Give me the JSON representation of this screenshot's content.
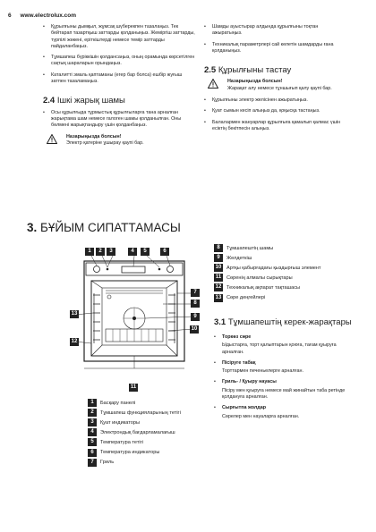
{
  "header": {
    "page_number": "6",
    "site": "www.electrolux.com"
  },
  "col1_bullets": [
    "Құрылғыны дымқыл, жұмсақ шүберекпен тазалаңыз. Тек бейтарап тазартқыш заттарды қолданыңыз. Жеміргіш заттарды, түрпілі жөкені, еріткіштерді немесе темір заттарды пайдаланбаңыз.",
    "Тұмшапеш бүріккішін қолдансаңыз, оның орамында көрсетілген сақтық шараларын орындаңыз.",
    "Каталитті эмаль қаптаманы (егер бар болса) ешбір жуғыш затпен тазаламаңыз."
  ],
  "s24": {
    "num": "2.4",
    "title": "Ішкі жарық шамы",
    "bullets": [
      "Осы құрылғыда тұрмыстық құрылғыларға тана арналған жарықтама шам немесе галоген шамы қолданылған. Оны бөлмені жарықтандыру үшін қолданбаңыз."
    ],
    "warn_title": "Назарыңызда болсын!",
    "warn_text": "Электр қатеріне ұшырау қаупі бар."
  },
  "col2_bullets": [
    "Шамды ауыстырар алдында құрылғыны тоқтан ажыратыңыз.",
    "Техникалық параметрлері сай келетін шамдарды ғана қолданыңыз."
  ],
  "s25": {
    "num": "2.5",
    "title": "Құрылғыны тастау",
    "warn_title": "Назарыңызда болсын!",
    "warn_text": "Жарақат алу немесе тұншығып қалу қаупі бар.",
    "bullets": [
      "Құрылғыны электр желісінен ажыратыңыз.",
      "Қуат сымын кесіп алыңыз да, қоқысқа тастаңыз.",
      "Балалармен жануарлар құрылғыға қамалып қалмас үшін есіктің бекітпесін алыңыз."
    ]
  },
  "s3": {
    "num": "3.",
    "title": "БҰЙЫМ СИПАТТАМАСЫ"
  },
  "diagram_labels": {
    "top": [
      "1",
      "2",
      "3",
      "4",
      "5",
      "6"
    ],
    "right": [
      "7",
      "8",
      "9",
      "10"
    ],
    "left": [
      "13",
      "12"
    ],
    "bottom": "11"
  },
  "legend_left": [
    {
      "num": "1",
      "text": "Басқару панелі"
    },
    {
      "num": "2",
      "text": "Тұмшапеш функцияларының тетігі"
    },
    {
      "num": "3",
      "text": "Қуат индикаторы"
    },
    {
      "num": "4",
      "text": "Электрондық бағдарламалағыш"
    },
    {
      "num": "5",
      "text": "Температура тетігі"
    },
    {
      "num": "6",
      "text": "Температура индикаторы"
    },
    {
      "num": "7",
      "text": "Гриль"
    }
  ],
  "legend_right": [
    {
      "num": "8",
      "text": "Тұмшапештің шамы"
    },
    {
      "num": "9",
      "text": "Желдеткіш"
    },
    {
      "num": "10",
      "text": "Артқы қабырғадағы қыздырғыш элемент"
    },
    {
      "num": "11",
      "text": "Сөренің алмалы сырықтары"
    },
    {
      "num": "12",
      "text": "Техникалық ақпарат тақташасы"
    },
    {
      "num": "13",
      "text": "Сөре деңгейлері"
    }
  ],
  "s31": {
    "num": "3.1",
    "title": "Тұмшапештің керек-жарақтары",
    "items": [
      {
        "title": "Торкөз сөре",
        "desc": "Ыдыстарға, торт қалыптарын қоюға, тағам қуыруға арналған."
      },
      {
        "title": "Пісіруге табақ",
        "desc": "Торттармен печеньелерге арналған."
      },
      {
        "title": "Гриль- / Қуыру науасы",
        "desc": "Пісіру мен қуыруға немесе май жинайтын таба ретінде қолдануға арналған."
      },
      {
        "title": "Сырғытпа жолдар",
        "desc": "Сөрелер мен науаларға арналған."
      }
    ]
  }
}
